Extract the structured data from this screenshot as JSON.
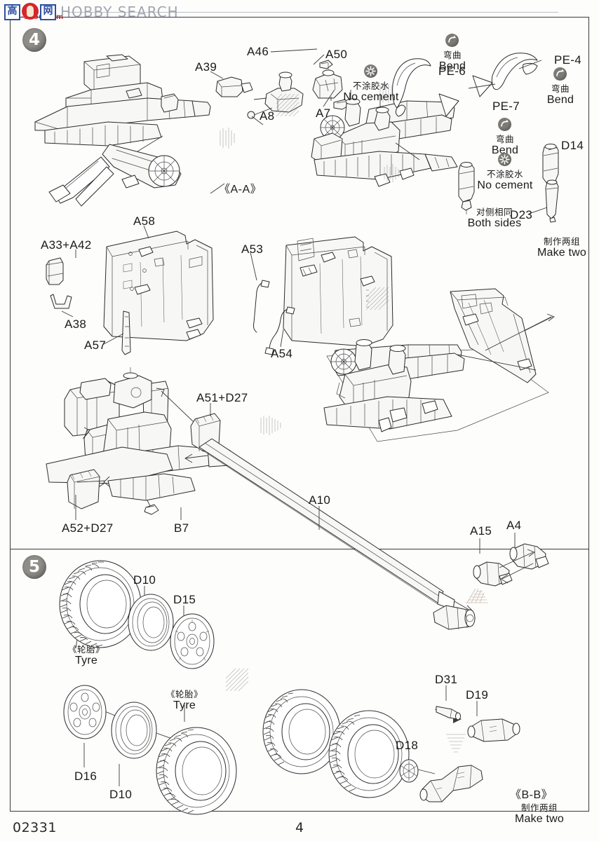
{
  "document": {
    "kit_number": "02331",
    "page_number": "4",
    "background_color": "#fdfdfc",
    "line_color": "#2b2b2b"
  },
  "watermark": {
    "site_text": "HOBBY SEARCH",
    "url": "gao-shou.com",
    "logo_char_1": "高",
    "logo_char_2": "网",
    "accent_blue": "#2e4fa0",
    "accent_red": "#c8312e"
  },
  "steps": [
    {
      "number": "4"
    },
    {
      "number": "5"
    }
  ],
  "symbols": {
    "bend": {
      "icon": "bend-arrow-icon",
      "cn": "弯曲",
      "en": "Bend"
    },
    "no_cement": {
      "icon": "no-cement-starburst-icon",
      "cn": "不涂胶水",
      "en": "No cement"
    }
  },
  "notes": {
    "both_sides": {
      "cn": "对侧相同",
      "en": "Both sides"
    },
    "make_two": {
      "cn": "制作两组",
      "en": "Make two"
    },
    "tyre": {
      "cn": "《轮胎》",
      "en": "Tyre"
    }
  },
  "sections": {
    "a_a": "《A-A》",
    "b_b": "《B-B》"
  },
  "step4": {
    "parts": [
      {
        "id": "p-a46",
        "label": "A46"
      },
      {
        "id": "p-a50",
        "label": "A50"
      },
      {
        "id": "p-a39",
        "label": "A39"
      },
      {
        "id": "p-a8",
        "label": "A8"
      },
      {
        "id": "p-a7",
        "label": "A7"
      },
      {
        "id": "p-pe6",
        "label": "PE-6"
      },
      {
        "id": "p-pe4",
        "label": "PE-4"
      },
      {
        "id": "p-pe7",
        "label": "PE-7"
      },
      {
        "id": "p-d14",
        "label": "D14"
      },
      {
        "id": "p-d23",
        "label": "D23"
      },
      {
        "id": "p-a58",
        "label": "A58"
      },
      {
        "id": "p-a33a42",
        "label": "A33+A42"
      },
      {
        "id": "p-a38",
        "label": "A38"
      },
      {
        "id": "p-a57",
        "label": "A57"
      },
      {
        "id": "p-a53",
        "label": "A53"
      },
      {
        "id": "p-a54",
        "label": "A54"
      },
      {
        "id": "p-a51d27",
        "label": "A51+D27"
      },
      {
        "id": "p-a52d27",
        "label": "A52+D27"
      },
      {
        "id": "p-b7",
        "label": "B7"
      },
      {
        "id": "p-a10",
        "label": "A10"
      },
      {
        "id": "p-a15",
        "label": "A15"
      },
      {
        "id": "p-a4",
        "label": "A4"
      }
    ]
  },
  "step5": {
    "parts": [
      {
        "id": "p-d10a",
        "label": "D10"
      },
      {
        "id": "p-d15",
        "label": "D15"
      },
      {
        "id": "p-d16",
        "label": "D16"
      },
      {
        "id": "p-d10b",
        "label": "D10"
      },
      {
        "id": "p-d31",
        "label": "D31"
      },
      {
        "id": "p-d19",
        "label": "D19"
      },
      {
        "id": "p-d18",
        "label": "D18"
      }
    ]
  }
}
